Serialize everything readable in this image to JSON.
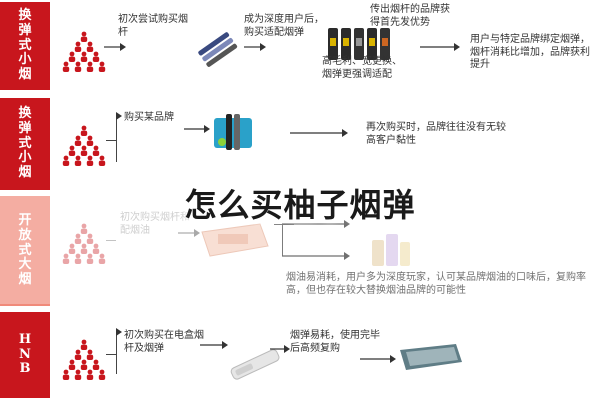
{
  "colors": {
    "band_red": "#c8161d",
    "band_pink": "#f08a7a",
    "person_red": "#c8161d",
    "arrow": "#333333"
  },
  "overlay_title": "怎么买柚子烟弹",
  "rows": [
    {
      "label": [
        "换",
        "弹",
        "式",
        "小",
        "烟"
      ],
      "steps": [
        {
          "text": "初次尝试购买烟杆"
        },
        {
          "text": "成为深度用户后，购买适配烟弹"
        },
        {
          "text": "传出烟杆的品牌获得首先发优势"
        },
        {
          "text": "高毛利、宽更换、烟弹更强调适配"
        },
        {
          "text": "用户与特定品牌绑定烟弹，烟杆消耗比增加，品牌获利提升"
        }
      ]
    },
    {
      "label": [
        "换",
        "弹",
        "式",
        "小",
        "烟"
      ],
      "steps": [
        {
          "text": "购买某品牌"
        },
        {
          "text": "再次购买时，品牌往往没有无较高客户黏性"
        }
      ]
    },
    {
      "label": [
        "开",
        "放",
        "式",
        "大",
        "烟"
      ],
      "steps": [
        {
          "text": "初次购买烟杆和配烟油"
        },
        {
          "text": "烟油易消耗，用户多为深度玩家，认可某品牌烟油的口味后，复购率高，但也存在较大替换烟油品牌的可能性"
        }
      ]
    },
    {
      "label": [
        "H",
        "N",
        "B"
      ],
      "steps": [
        {
          "text": "初次购买在电盒烟杆及烟弹"
        },
        {
          "text": "烟弹易耗，使用完毕后高频复购"
        }
      ]
    }
  ]
}
